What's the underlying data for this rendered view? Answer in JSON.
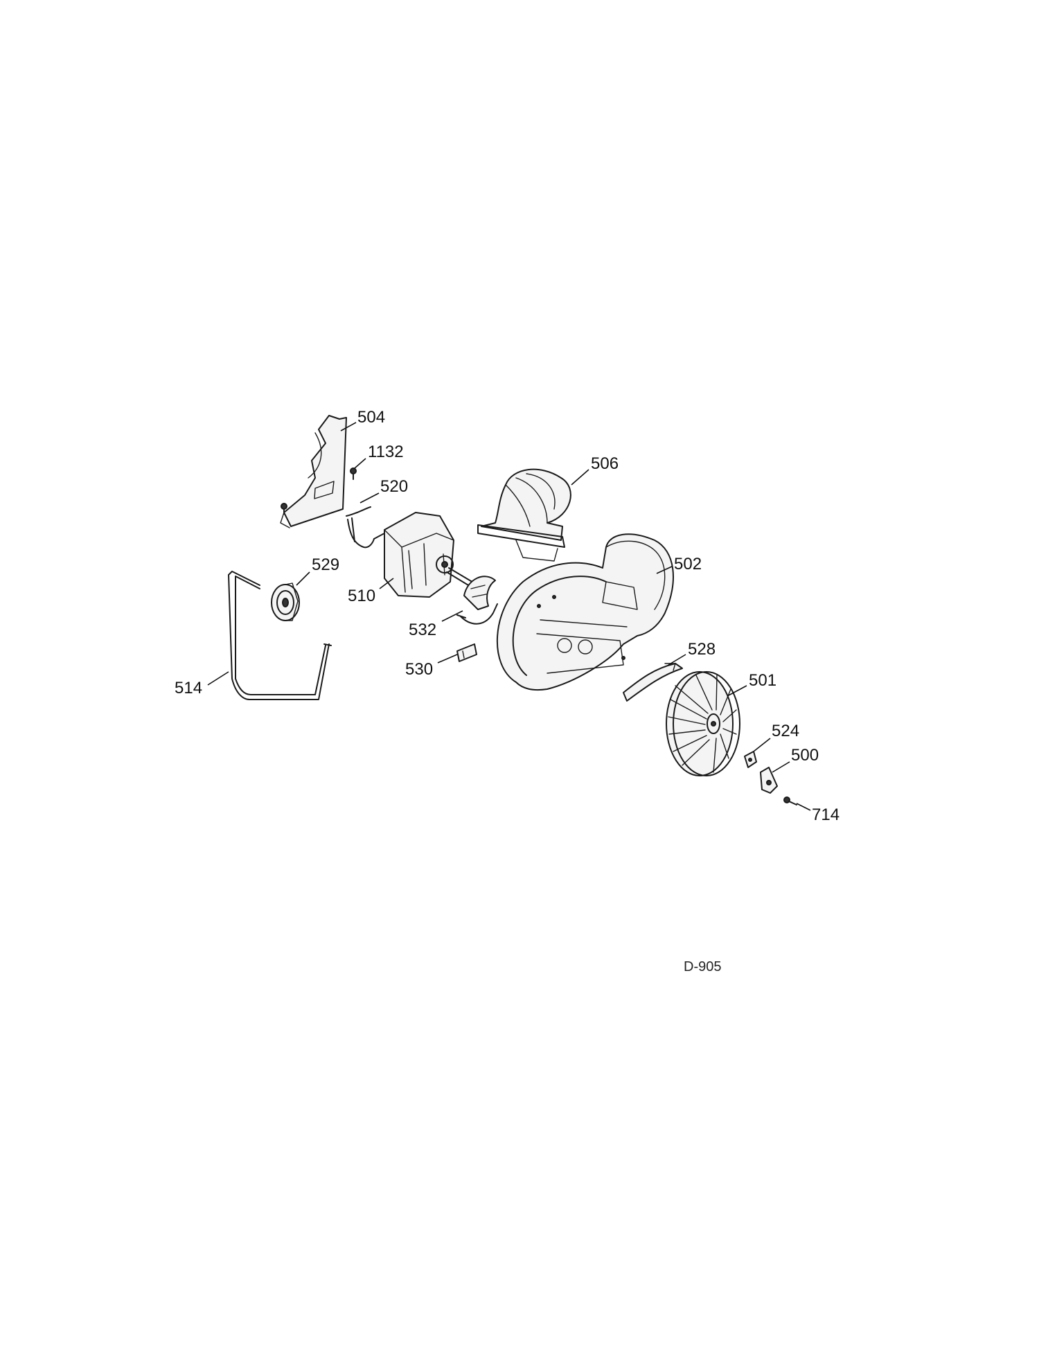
{
  "diagram": {
    "drawing_id": "D-905",
    "callouts": [
      {
        "id": "504",
        "label": "504"
      },
      {
        "id": "1132",
        "label": "1132"
      },
      {
        "id": "520",
        "label": "520"
      },
      {
        "id": "506",
        "label": "506"
      },
      {
        "id": "529",
        "label": "529"
      },
      {
        "id": "510",
        "label": "510"
      },
      {
        "id": "502",
        "label": "502"
      },
      {
        "id": "532",
        "label": "532"
      },
      {
        "id": "514",
        "label": "514"
      },
      {
        "id": "530",
        "label": "530"
      },
      {
        "id": "528",
        "label": "528"
      },
      {
        "id": "501",
        "label": "501"
      },
      {
        "id": "524",
        "label": "524"
      },
      {
        "id": "500",
        "label": "500"
      },
      {
        "id": "714",
        "label": "714"
      }
    ]
  }
}
